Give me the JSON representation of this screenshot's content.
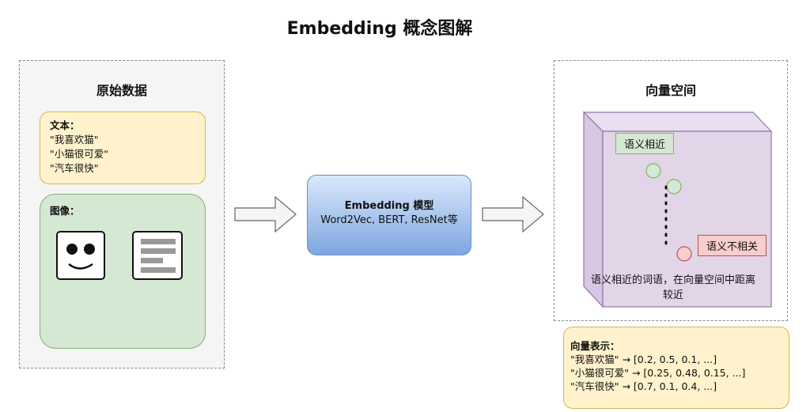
{
  "title": "Embedding 概念图解",
  "left_panel": {
    "title": "原始数据",
    "text_box": {
      "label": "文本：",
      "lines": [
        "\"我喜欢猫\"",
        "\"小猫很可爱\"",
        "\"汽车很快\""
      ]
    },
    "image_box": {
      "label": "图像："
    }
  },
  "model": {
    "title": "Embedding 模型",
    "subtitle": "Word2Vec, BERT, ResNet等"
  },
  "right_panel": {
    "title": "向量空间",
    "similar_label": "语义相近",
    "unrelated_label": "语义不相关",
    "description_lines": [
      "语义相近的词语，在向量空间中距离",
      "较近"
    ]
  },
  "vector_box": {
    "label": "向量表示：",
    "lines": [
      "\"我喜欢猫\" → [0.2, 0.5, 0.1, ...]",
      "\"小猫很可爱\" → [0.25, 0.48, 0.15, ...]",
      "\"汽车很快\" → [0.7, 0.1, 0.4, ...]"
    ]
  },
  "colors": {
    "text_fill": "#fff2cc",
    "image_fill": "#d5e8d4",
    "model_fill": "#7ea6e0",
    "cube_fill": "#e1d5e7",
    "similar_point": "#d5e8d4",
    "unrelated_point": "#f8cecc"
  },
  "icons": [
    "smiley-face-icon",
    "document-icon",
    "arrow-right-icon"
  ]
}
